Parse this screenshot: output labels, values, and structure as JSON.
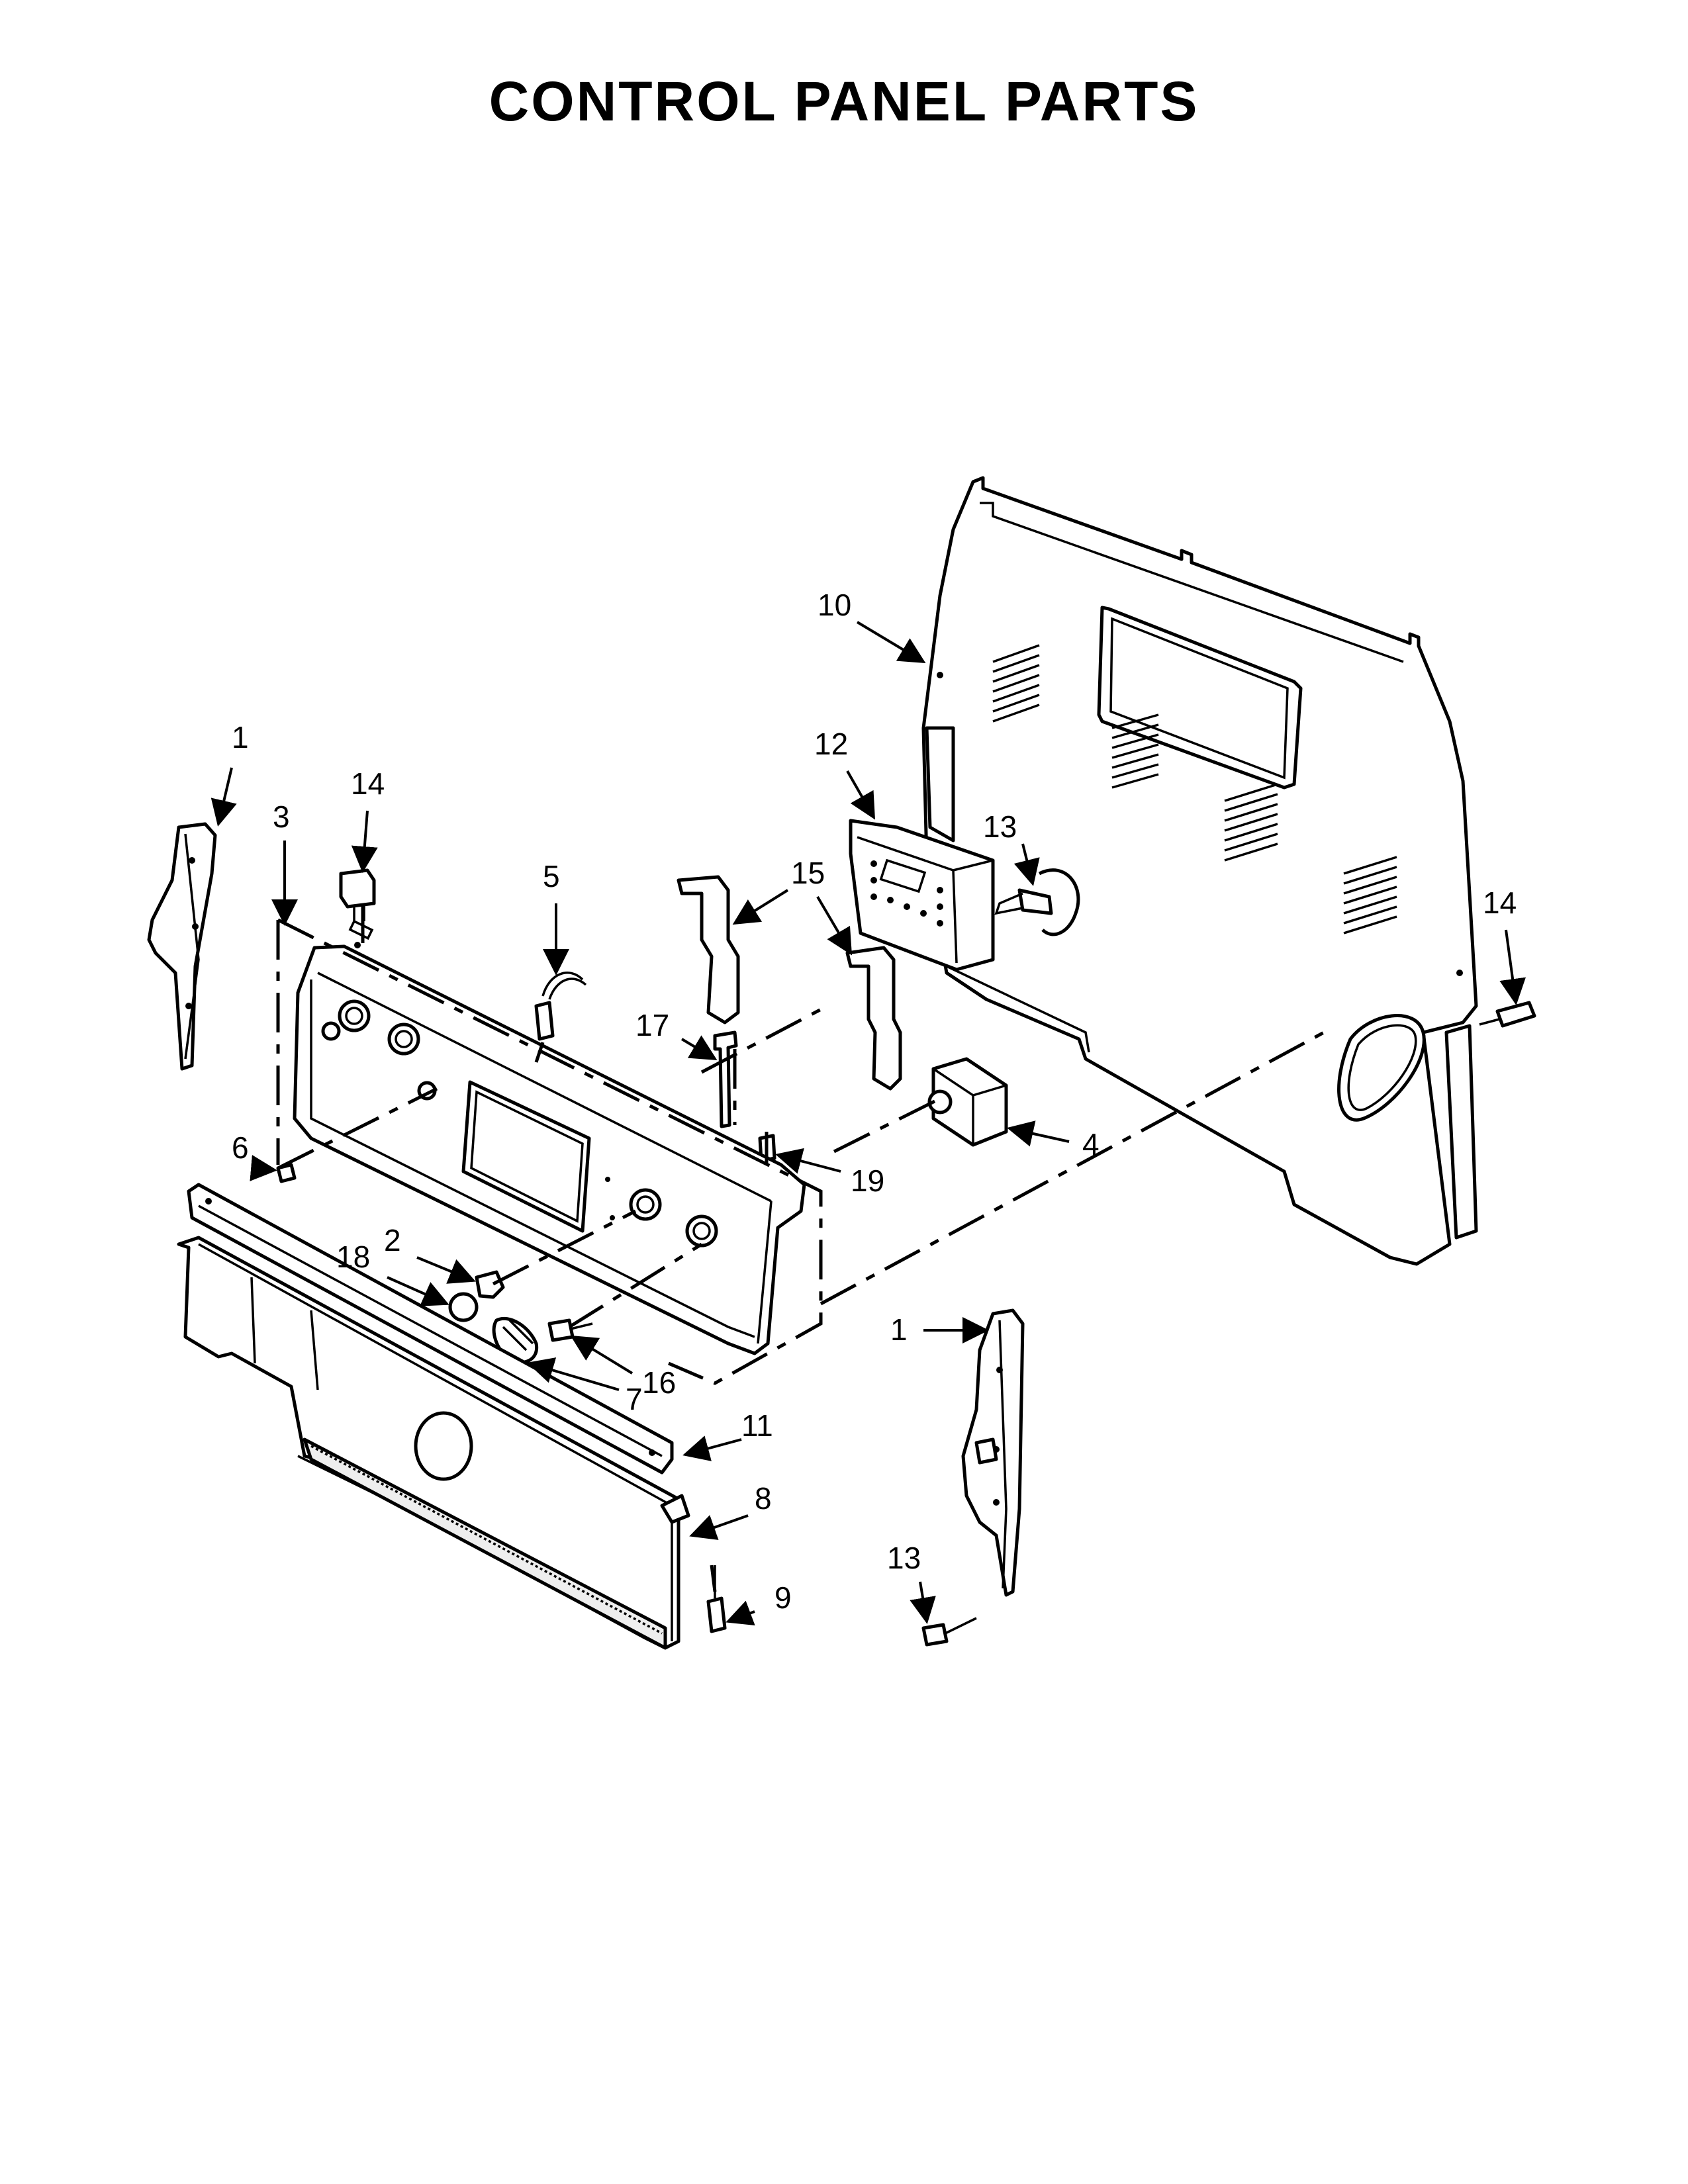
{
  "title": "CONTROL PANEL PARTS",
  "callouts": {
    "c1_left": "1",
    "c1_right": "1",
    "c2": "2",
    "c3": "3",
    "c4": "4",
    "c5": "5",
    "c6": "6",
    "c7": "7",
    "c8": "8",
    "c9": "9",
    "c10": "10",
    "c11": "11",
    "c12": "12",
    "c13_top": "13",
    "c13_bottom": "13",
    "c14_left": "14",
    "c14_right": "14",
    "c15": "15",
    "c16": "16",
    "c17": "17",
    "c18": "18",
    "c19": "19"
  }
}
